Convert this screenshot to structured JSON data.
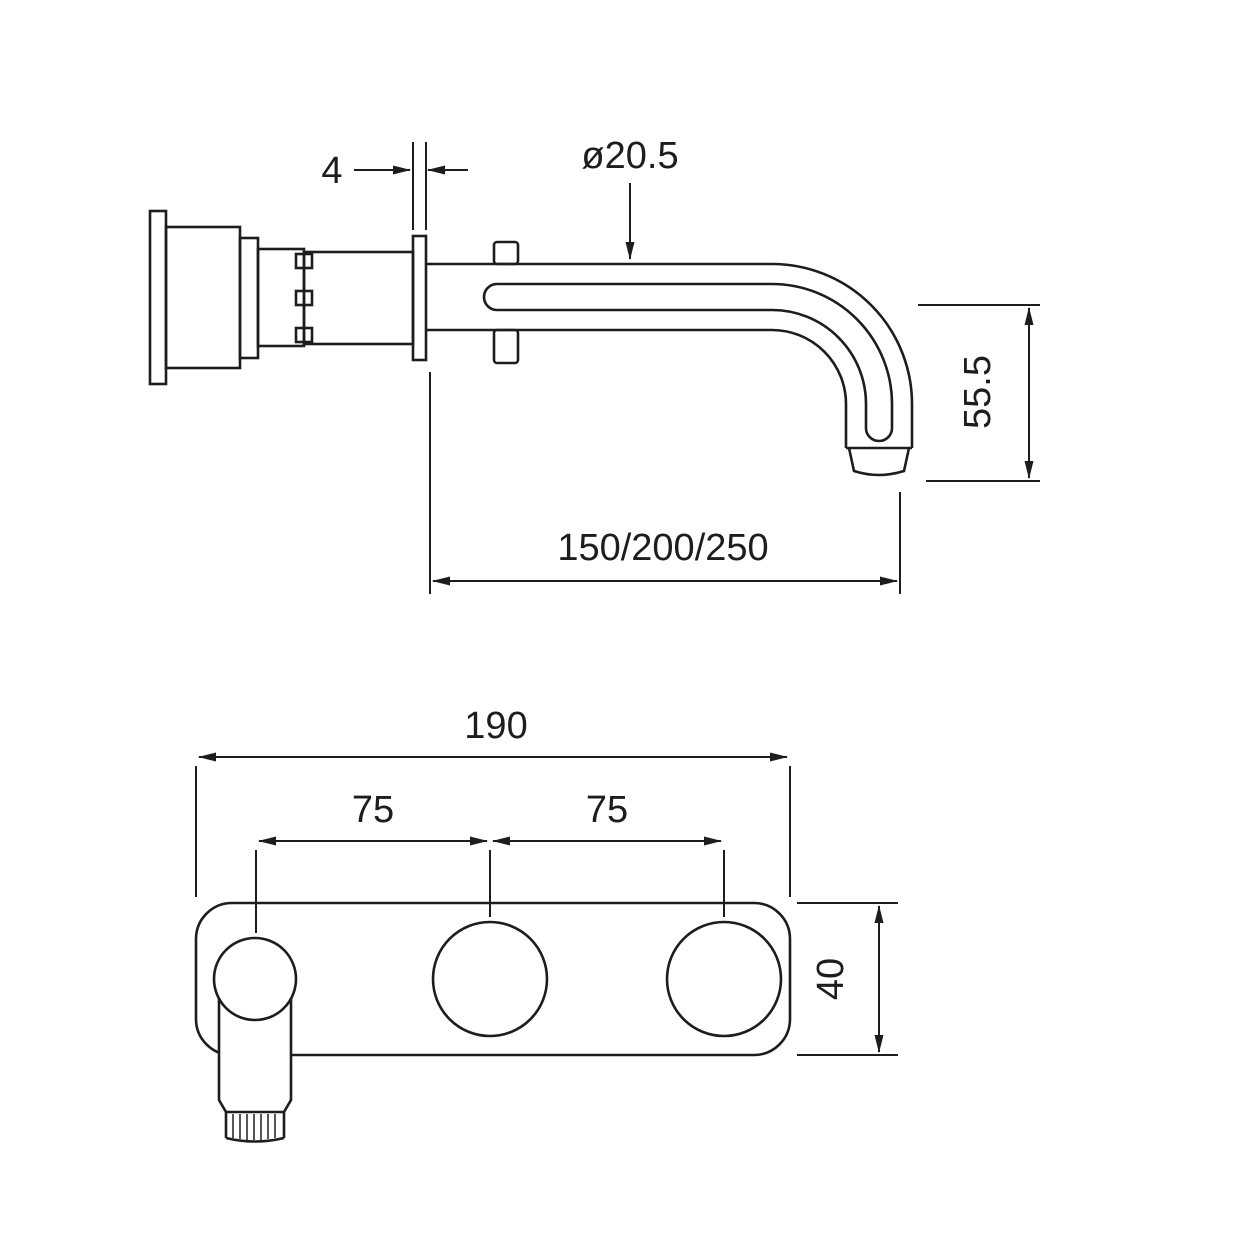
{
  "colors": {
    "ink": "#1d1d1f",
    "background": "#ffffff"
  },
  "drawing": {
    "side_view": {
      "flange_thickness": "4",
      "spout_diameter": "ø20.5",
      "spout_drop": "55.5",
      "spout_reach": "150/200/250"
    },
    "bottom_view": {
      "overall_width": "190",
      "spout_to_handle": "75",
      "handle_to_handle": "75",
      "plate_height": "40"
    }
  }
}
